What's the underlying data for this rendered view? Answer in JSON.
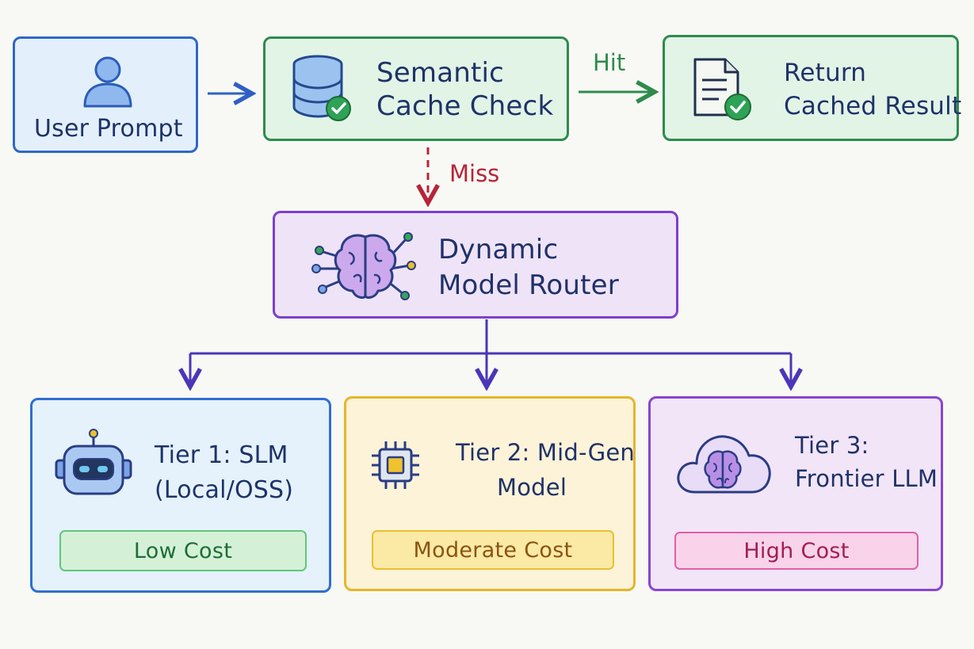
{
  "nodes": {
    "user_prompt": {
      "label": "User Prompt",
      "icon": "user-icon"
    },
    "cache_check": {
      "label_line1": "Semantic",
      "label_line2": "Cache Check",
      "icon": "database-check-icon"
    },
    "return_cached": {
      "label_line1": "Return",
      "label_line2": "Cached Result",
      "icon": "document-check-icon"
    },
    "router": {
      "label_line1": "Dynamic",
      "label_line2": "Model Router",
      "icon": "brain-network-icon"
    },
    "tier1": {
      "label_line1": "Tier 1: SLM",
      "label_line2": "(Local/OSS)",
      "cost": "Low Cost",
      "icon": "robot-icon"
    },
    "tier2": {
      "label_line1": "Tier 2: Mid-Gen",
      "label_line2": "Model",
      "cost": "Moderate Cost",
      "icon": "chip-icon"
    },
    "tier3": {
      "label_line1": "Tier 3:",
      "label_line2": "Frontier LLM",
      "cost": "High Cost",
      "icon": "cloud-brain-icon"
    }
  },
  "edges": {
    "hit": "Hit",
    "miss": "Miss"
  },
  "colors": {
    "blue": "#2f67c9",
    "green": "#2e8b4d",
    "purple": "#7e3fcd",
    "miss_red": "#b8243a",
    "yellow": "#e7b52c",
    "pink": "#e25ea6"
  }
}
